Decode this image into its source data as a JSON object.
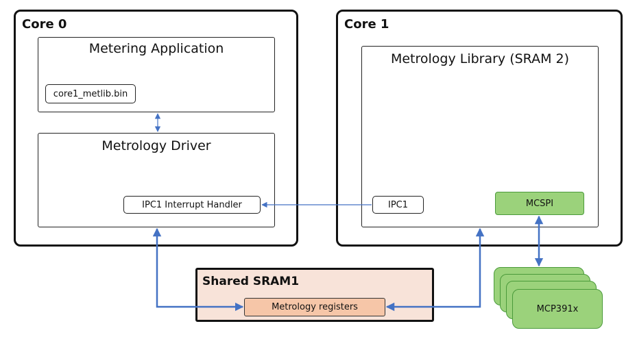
{
  "core0": {
    "title": "Core 0",
    "metering_app": {
      "title": "Metering Application",
      "file": "core1_metlib.bin"
    },
    "driver": {
      "title": "Metrology Driver",
      "handler": "IPC1 Interrupt Handler"
    }
  },
  "core1": {
    "title": "Core 1",
    "library": {
      "title": "Metrology Library (SRAM 2)",
      "ipc": "IPC1",
      "mcspi": "MCSPI"
    }
  },
  "shared": {
    "title": "Shared SRAM1",
    "registers": "Metrology registers"
  },
  "chip": {
    "label": "MCP391x"
  },
  "colors": {
    "arrow": "#4472c4",
    "green": "#9bd27b",
    "shared_fill": "#f8e3d9",
    "register_fill": "#f6c6a8"
  }
}
